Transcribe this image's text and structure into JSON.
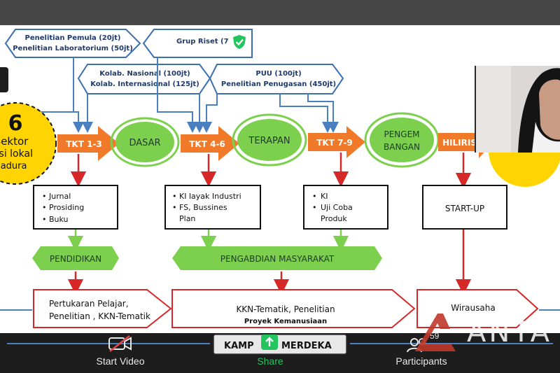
{
  "zoom": {
    "title": "Zoom",
    "toolbar": {
      "start_video": "Start Video",
      "share": "Share",
      "participants": "Participants",
      "participant_count": "59"
    }
  },
  "watermark": {
    "text": "ANTA"
  },
  "slide": {
    "top_boxes": {
      "pemula": "Penelitian Pemula (20jt)",
      "lab": "Penelitian Laboratorium (50jt)",
      "grup_riset": "Grup Riset (7",
      "kolab_nas": "Kolab. Nasional (100jt)",
      "kolab_int": "Kolab. Internasional (125jt)",
      "puu": "PUU (100jt)",
      "penugasan": "Penelitian Penugasan (450jt)"
    },
    "left_circle": {
      "number": "6",
      "line1": "Sektor",
      "line2": "ensi lokal",
      "line3": "Madura"
    },
    "flow": {
      "tkt13": "TKT 1-3",
      "dasar": "DASAR",
      "tkt46": "TKT 4-6",
      "terapan": "TERAPAN",
      "tkt79": "TKT 7-9",
      "pengem1": "PENGEM",
      "pengem2": "BANGAN",
      "hilirisasi": "HILIRIS"
    },
    "outputs": {
      "jurnal": "Jurnal",
      "prosiding": "Prosiding",
      "buku": "Buku",
      "ki_layak": "KI layak Industri",
      "fs1": "FS, Bussines",
      "fs2": "Plan",
      "ki": "KI",
      "uji1": "Uji Coba",
      "uji2": "Produk",
      "startup": "START-UP"
    },
    "green_banners": {
      "pendidikan": "PENDIDIKAN",
      "pengabdian": "PENGABDIAN MASYARAKAT"
    },
    "bottom_row": {
      "pertukaran1": "Pertukaran Pelajar,",
      "pertukaran2": "Penelitian , KKN-Tematik",
      "kkn1": "KKN-Tematik,  Penelitian",
      "kkn2": "Proyek Kemanusiaan",
      "wirausaha": "Wirausaha"
    },
    "kampus": {
      "left": "KAMP",
      "right": "MERDEKA"
    }
  },
  "colors": {
    "orange": "#f07a2a",
    "red": "#d62828",
    "green": "#7cd04e",
    "blue_line": "#4a7fc0",
    "yellow": "#ffd400",
    "navy_text": "#1f3a6b",
    "toolbar_bg": "#1d1d1d",
    "zoom_check_green": "#23c55e"
  },
  "icons": [
    "video-off-icon",
    "share-icon",
    "participants-icon",
    "chevron-down-icon",
    "shield-check-icon"
  ]
}
